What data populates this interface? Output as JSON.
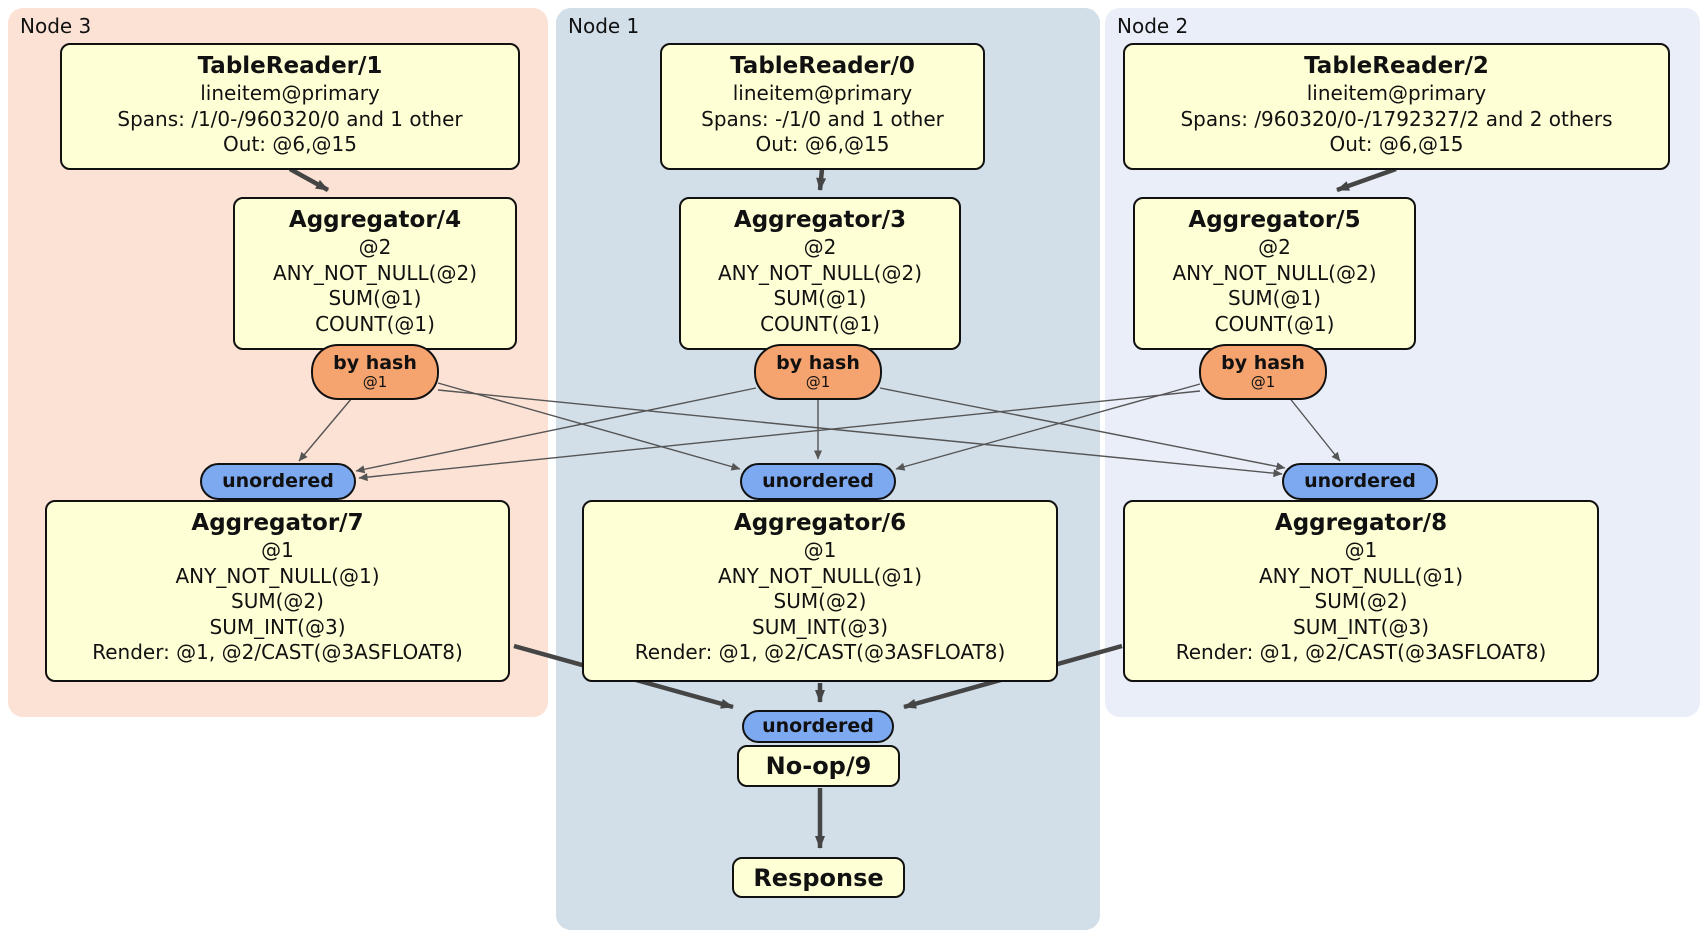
{
  "panels": {
    "node3": {
      "label": "Node 3",
      "color": "#fce2d5"
    },
    "node1": {
      "label": "Node 1",
      "color": "#d2dfe9"
    },
    "node2": {
      "label": "Node 2",
      "color": "#e9eef9"
    }
  },
  "nodes": {
    "tablereader1": {
      "title": "TableReader/1",
      "lines": [
        "lineitem@primary",
        "Spans: /1/0-/960320/0 and 1 other",
        "Out: @6,@15"
      ]
    },
    "tablereader0": {
      "title": "TableReader/0",
      "lines": [
        "lineitem@primary",
        "Spans: -/1/0 and 1 other",
        "Out: @6,@15"
      ]
    },
    "tablereader2": {
      "title": "TableReader/2",
      "lines": [
        "lineitem@primary",
        "Spans: /960320/0-/1792327/2 and 2 others",
        "Out: @6,@15"
      ]
    },
    "aggregator4": {
      "title": "Aggregator/4",
      "lines": [
        "@2",
        "ANY_NOT_NULL(@2)",
        "SUM(@1)",
        "COUNT(@1)"
      ]
    },
    "aggregator3": {
      "title": "Aggregator/3",
      "lines": [
        "@2",
        "ANY_NOT_NULL(@2)",
        "SUM(@1)",
        "COUNT(@1)"
      ]
    },
    "aggregator5": {
      "title": "Aggregator/5",
      "lines": [
        "@2",
        "ANY_NOT_NULL(@2)",
        "SUM(@1)",
        "COUNT(@1)"
      ]
    },
    "aggregator7": {
      "title": "Aggregator/7",
      "lines": [
        "@1",
        "ANY_NOT_NULL(@1)",
        "SUM(@2)",
        "SUM_INT(@3)",
        "Render: @1, @2/CAST(@3ASFLOAT8)"
      ]
    },
    "aggregator6": {
      "title": "Aggregator/6",
      "lines": [
        "@1",
        "ANY_NOT_NULL(@1)",
        "SUM(@2)",
        "SUM_INT(@3)",
        "Render: @1, @2/CAST(@3ASFLOAT8)"
      ]
    },
    "aggregator8": {
      "title": "Aggregator/8",
      "lines": [
        "@1",
        "ANY_NOT_NULL(@1)",
        "SUM(@2)",
        "SUM_INT(@3)",
        "Render: @1, @2/CAST(@3ASFLOAT8)"
      ]
    },
    "noop9": {
      "title": "No-op/9"
    },
    "response": {
      "title": "Response"
    }
  },
  "routers": {
    "by_hash": {
      "label": "by hash",
      "key": "@1",
      "color": "#f6a46f"
    },
    "unordered": {
      "label": "unordered",
      "color": "#7da9f0"
    }
  },
  "colors": {
    "box_fill": "#ffffd6",
    "box_border": "#111111",
    "edge_thin": "#555555",
    "edge_thick": "#454545"
  }
}
